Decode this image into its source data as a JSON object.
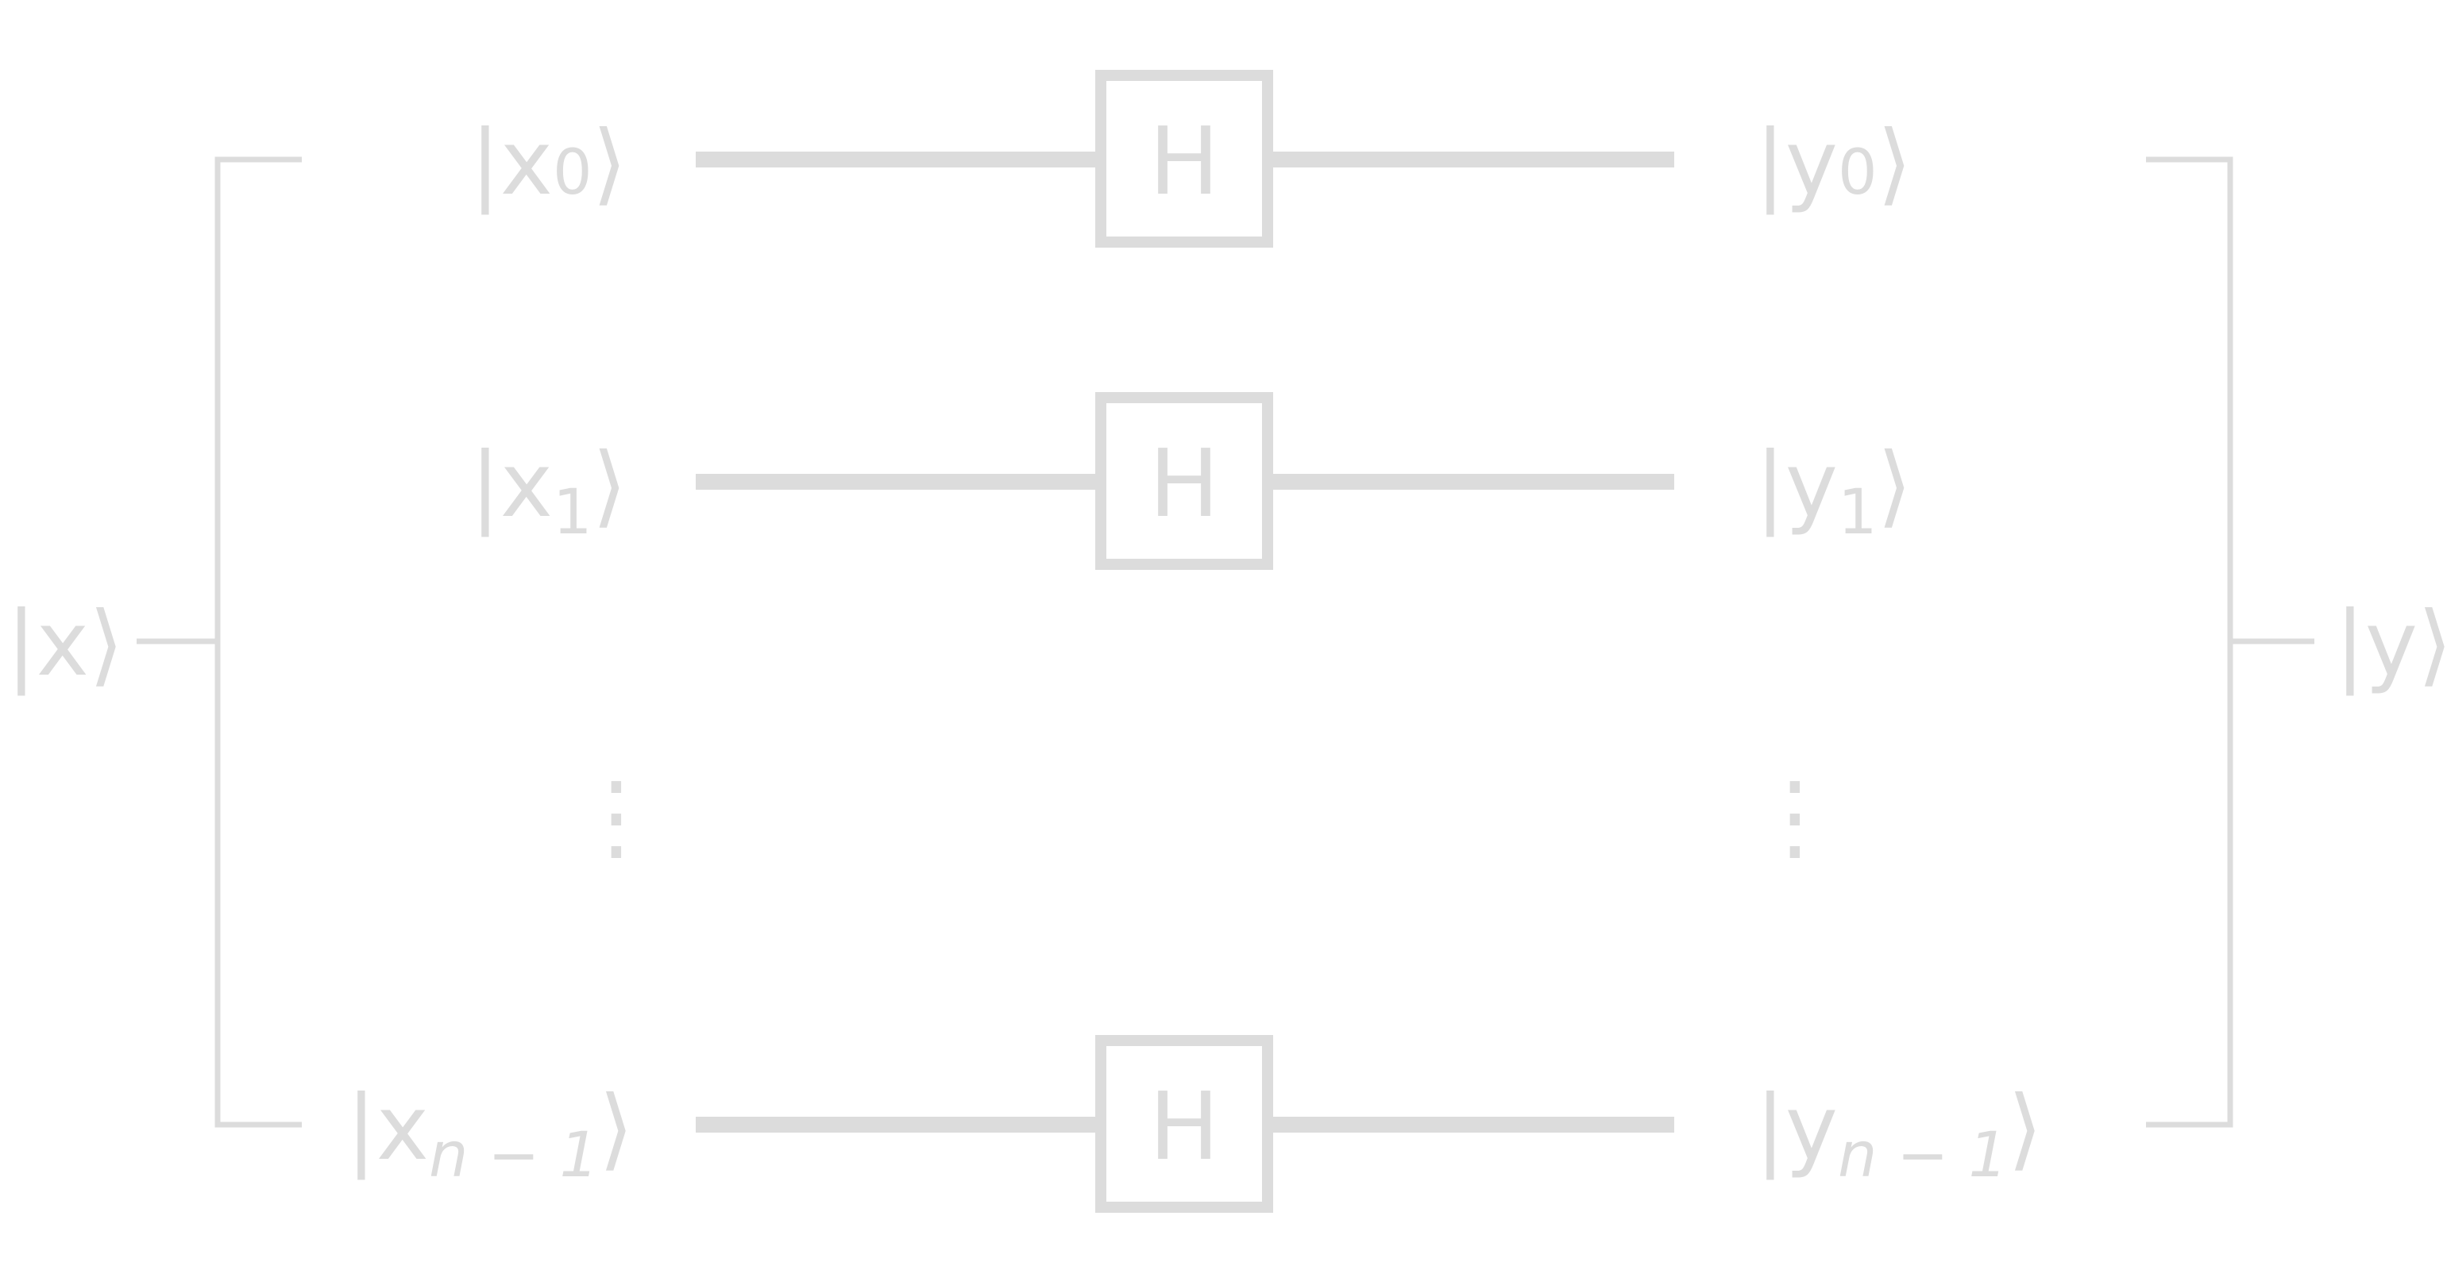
{
  "colors": {
    "stroke": "#dcdcdc",
    "background": "#ffffff"
  },
  "left_register": {
    "label": "|x⟩"
  },
  "right_register": {
    "label": "|y⟩"
  },
  "inputs": [
    {
      "base": "x",
      "subscript": "0"
    },
    {
      "base": "x",
      "subscript": "1"
    },
    {
      "base": "x",
      "subscript": "n − 1"
    }
  ],
  "outputs": [
    {
      "base": "y",
      "subscript": "0"
    },
    {
      "base": "y",
      "subscript": "1"
    },
    {
      "base": "y",
      "subscript": "n − 1"
    }
  ],
  "gates": [
    {
      "label": "H"
    },
    {
      "label": "H"
    },
    {
      "label": "H"
    }
  ],
  "ellipsis": "⋮"
}
